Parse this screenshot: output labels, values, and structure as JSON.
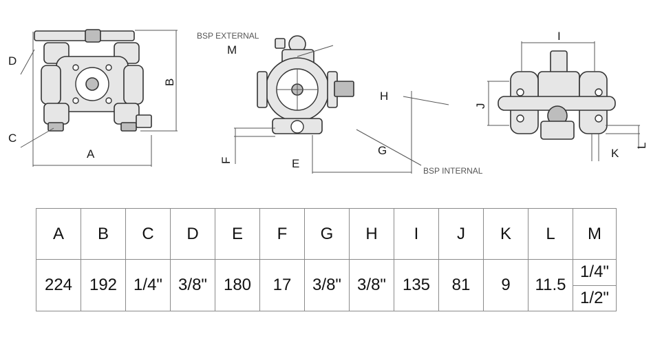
{
  "labels": {
    "A": "A",
    "B": "B",
    "C": "C",
    "D": "D",
    "E": "E",
    "F": "F",
    "G": "G",
    "H": "H",
    "I": "I",
    "J": "J",
    "K": "K",
    "L": "L",
    "M": "M",
    "bsp_external": "BSP EXTERNAL",
    "bsp_internal": "BSP INTERNAL"
  },
  "table": {
    "headers": [
      "A",
      "B",
      "C",
      "D",
      "E",
      "F",
      "G",
      "H",
      "I",
      "J",
      "K",
      "L",
      "M"
    ],
    "values": [
      "224",
      "192",
      "1/4\"",
      "3/8\"",
      "180",
      "17",
      "3/8\"",
      "3/8\"",
      "135",
      "81",
      "9",
      "11.5"
    ],
    "m_values": [
      "1/4\"",
      "1/2\""
    ]
  }
}
